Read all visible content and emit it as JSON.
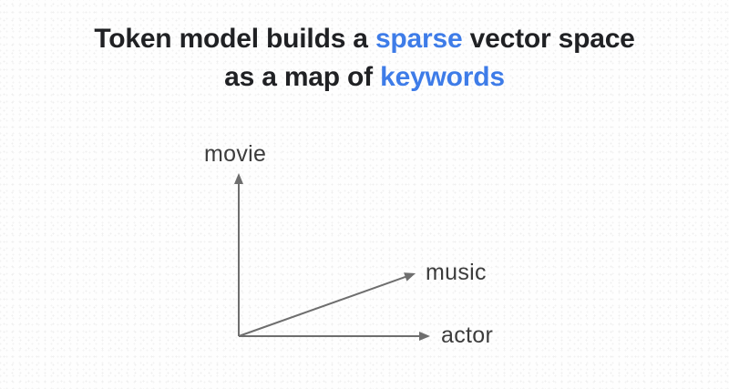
{
  "title": {
    "line1_pre": "Token model builds a",
    "line1_highlight": "sparse",
    "line1_post": "vector space",
    "line2_pre": "as a map of",
    "line2_highlight": "keywords"
  },
  "diagram": {
    "description": "Three vectors from a common origin representing keyword axes in a sparse vector space",
    "axes": [
      {
        "label": "movie",
        "direction": "up"
      },
      {
        "label": "music",
        "direction": "up-right-diagonal"
      },
      {
        "label": "actor",
        "direction": "right"
      }
    ]
  },
  "colors": {
    "highlight_blue": "#3E7CE8",
    "title_text": "#202124",
    "arrow_gray": "#6E6E6E",
    "axis_label_text": "#3C3C3C",
    "background": "#FEFEFE"
  }
}
